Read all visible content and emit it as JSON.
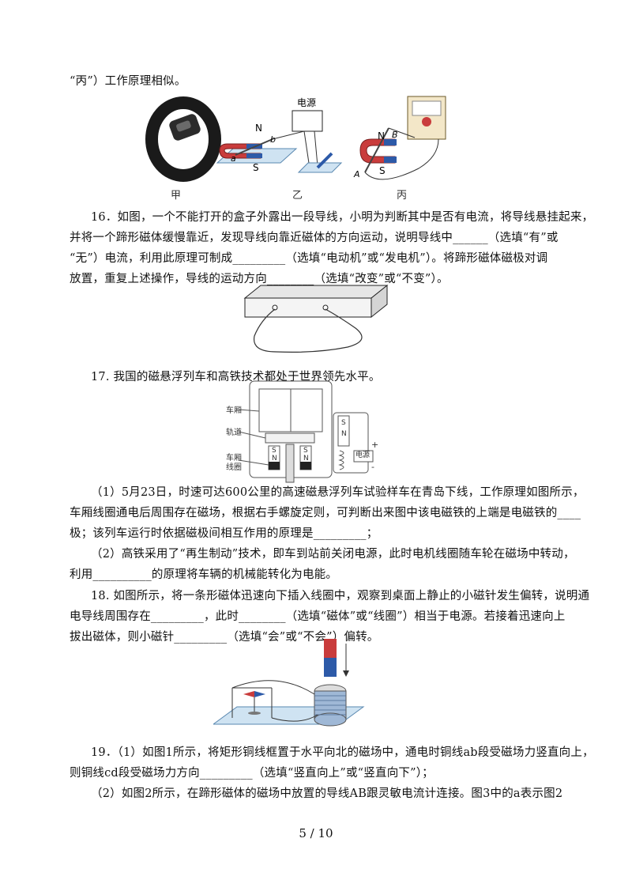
{
  "lines": {
    "l1": "“丙”）工作原理相似。",
    "q16a": "16．如图，一个不能打开的盒子外露出一段导线，小明为判断其中是否有电流，将导线悬挂起来，",
    "q16b": "并将一个蹄形磁体缓慢靠近，发现导线向靠近磁体的方向运动，说明导线中______（选填“有”或",
    "q16c": "“无”）电流，利用此原理可制成_________（选填“电动机”或“发电机”）。将蹄形磁体磁极对调",
    "q16d": "放置，重复上述操作，导线的运动方向________（选填“改变”或“不变”）。",
    "q17": "17. 我国的磁悬浮列车和高铁技术都处于世界领先水平。",
    "q17_1a": "（1）5月23日，时速可达600公里的高速磁悬浮列车试验样车在青岛下线，工作原理如图所示，",
    "q17_1b": "车厢线圈通电后周围存在磁场，根据右手螺旋定则，可判断出来图中该电磁铁的上端是电磁铁的____",
    "q17_1c": "极；该列车运行时依据磁极间相互作用的原理是_________；",
    "q17_2a": "（2）高铁采用了“再生制动”技术，即车到站前关闭电源，此时电机线圈随车轮在磁场中转动，",
    "q17_2b": "利用__________的原理将车辆的机械能转化为电能。",
    "q18a": "18. 如图所示，将一条形磁体迅速向下插入线圈中，观察到桌面上静止的小磁针发生偏转，说明通",
    "q18b": "电导线周围存在_________，此时________（选填“磁体”或“线圈”）相当于电源。若接着迅速向上",
    "q18c": "拔出磁体，则小磁针_________（选填“会”或“不会”）偏转。",
    "q19_1a": "19．（1）如图1所示，将矩形铜线框置于水平向北的磁场中，通电时铜线ab段受磁场力竖直向上，",
    "q19_1b": "则铜线cd段受磁场力方向_________（选填“竖直向上”或“竖直向下”）；",
    "q19_2": "（2）如图2所示，在蹄形磁体的磁场中放置的导线AB跟灵敏电流计连接。图3中的a表示图2"
  },
  "fig15": {
    "cap_jia": "甲",
    "cap_yi": "乙",
    "cap_bing": "丙",
    "power_label": "电源",
    "n1": "N",
    "s1": "S",
    "b1": "b",
    "a1": "a",
    "n2": "N",
    "s2": "S",
    "b2": "B",
    "a2": "A"
  },
  "fig17": {
    "label_carriage": "车厢",
    "label_track": "轨道",
    "label_coil1": "车厢",
    "label_coil2": "线圈",
    "label_power": "电源",
    "s_left": "S",
    "n_left": "N",
    "s_mid": "S",
    "n_mid": "N",
    "s_right": "S",
    "n_right": "N",
    "plus": "+",
    "minus": "-"
  },
  "page": {
    "number": "5 / 10"
  }
}
